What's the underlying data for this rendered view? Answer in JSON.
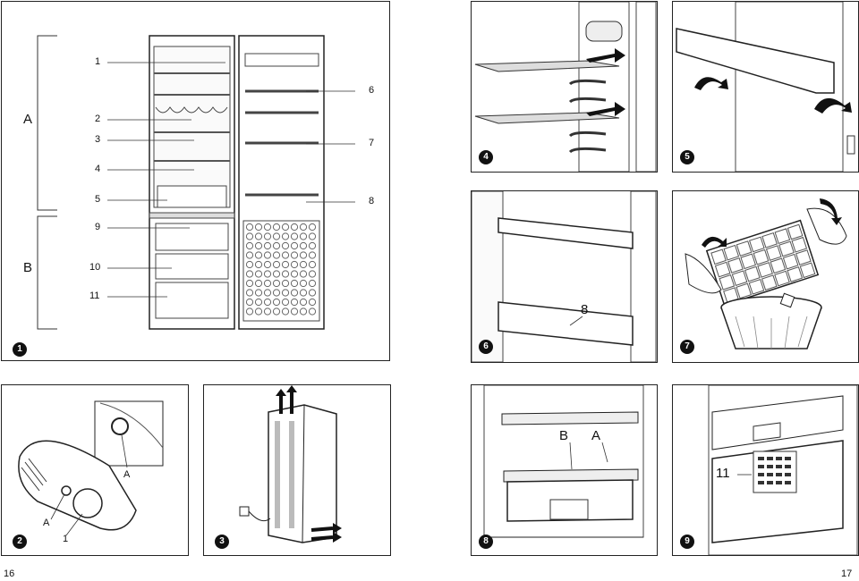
{
  "pages": {
    "left": "16",
    "right": "17"
  },
  "figures": {
    "f1": {
      "badge": "1",
      "section_a": "A",
      "section_b": "B",
      "callouts": [
        "1",
        "2",
        "3",
        "4",
        "5",
        "6",
        "7",
        "8",
        "9",
        "10",
        "11"
      ]
    },
    "f2": {
      "badge": "2",
      "label_a_top": "A",
      "label_a_bottom": "A",
      "label_1": "1"
    },
    "f3": {
      "badge": "3"
    },
    "f4": {
      "badge": "4"
    },
    "f5": {
      "badge": "5"
    },
    "f6": {
      "badge": "6",
      "label": "8"
    },
    "f7": {
      "badge": "7"
    },
    "f8": {
      "badge": "8",
      "label_b": "B",
      "label_a": "A"
    },
    "f9": {
      "badge": "9",
      "label": "11"
    }
  }
}
